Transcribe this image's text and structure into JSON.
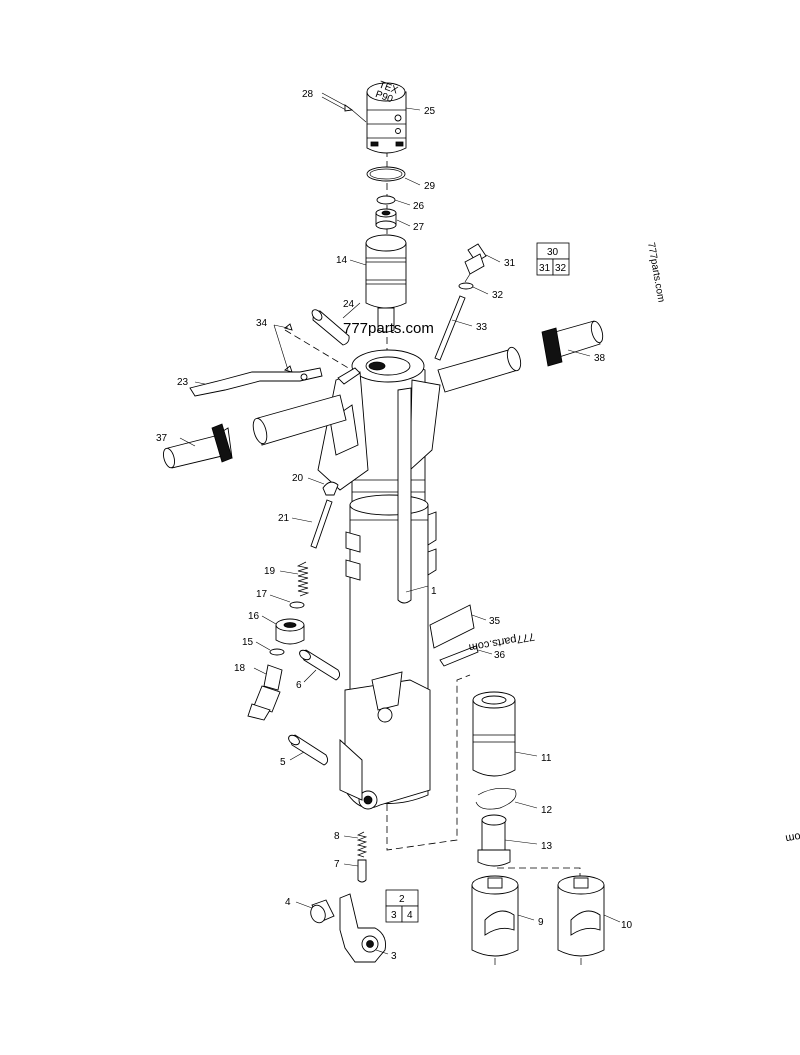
{
  "diagram": {
    "labels": [
      {
        "id": "p28",
        "text": "28"
      },
      {
        "id": "p25",
        "text": "25"
      },
      {
        "id": "p29",
        "text": "29"
      },
      {
        "id": "p26",
        "text": "26"
      },
      {
        "id": "p27",
        "text": "27"
      },
      {
        "id": "p14",
        "text": "14"
      },
      {
        "id": "p31",
        "text": "31"
      },
      {
        "id": "p32",
        "text": "32"
      },
      {
        "id": "p24",
        "text": "24"
      },
      {
        "id": "p33",
        "text": "33"
      },
      {
        "id": "p34",
        "text": "34"
      },
      {
        "id": "p38",
        "text": "38"
      },
      {
        "id": "p23",
        "text": "23"
      },
      {
        "id": "p37",
        "text": "37"
      },
      {
        "id": "p20",
        "text": "20"
      },
      {
        "id": "p21",
        "text": "21"
      },
      {
        "id": "p19",
        "text": "19"
      },
      {
        "id": "p1",
        "text": "1"
      },
      {
        "id": "p17",
        "text": "17"
      },
      {
        "id": "p16",
        "text": "16"
      },
      {
        "id": "p35",
        "text": "35"
      },
      {
        "id": "p15",
        "text": "15"
      },
      {
        "id": "p36",
        "text": "36"
      },
      {
        "id": "p18",
        "text": "18"
      },
      {
        "id": "p6",
        "text": "6"
      },
      {
        "id": "p11",
        "text": "11"
      },
      {
        "id": "p5",
        "text": "5"
      },
      {
        "id": "p12",
        "text": "12"
      },
      {
        "id": "p8",
        "text": "8"
      },
      {
        "id": "p13",
        "text": "13"
      },
      {
        "id": "p7",
        "text": "7"
      },
      {
        "id": "p4",
        "text": "4"
      },
      {
        "id": "p9",
        "text": "9"
      },
      {
        "id": "p10",
        "text": "10"
      },
      {
        "id": "p3",
        "text": "3"
      }
    ],
    "kit_table_top": {
      "header": "30",
      "left": "31",
      "right": "32"
    },
    "kit_table_bottom": {
      "header": "2",
      "left": "3",
      "right": "4"
    },
    "watermarks": [
      {
        "id": "wm1",
        "text": "777parts.com"
      },
      {
        "id": "wm2",
        "text": "777parts.com"
      },
      {
        "id": "wm3",
        "text": "777parts.com"
      },
      {
        "id": "wm4",
        "text": "om"
      }
    ],
    "tool_marking": {
      "line1": "TEX",
      "line2": "P90"
    }
  }
}
